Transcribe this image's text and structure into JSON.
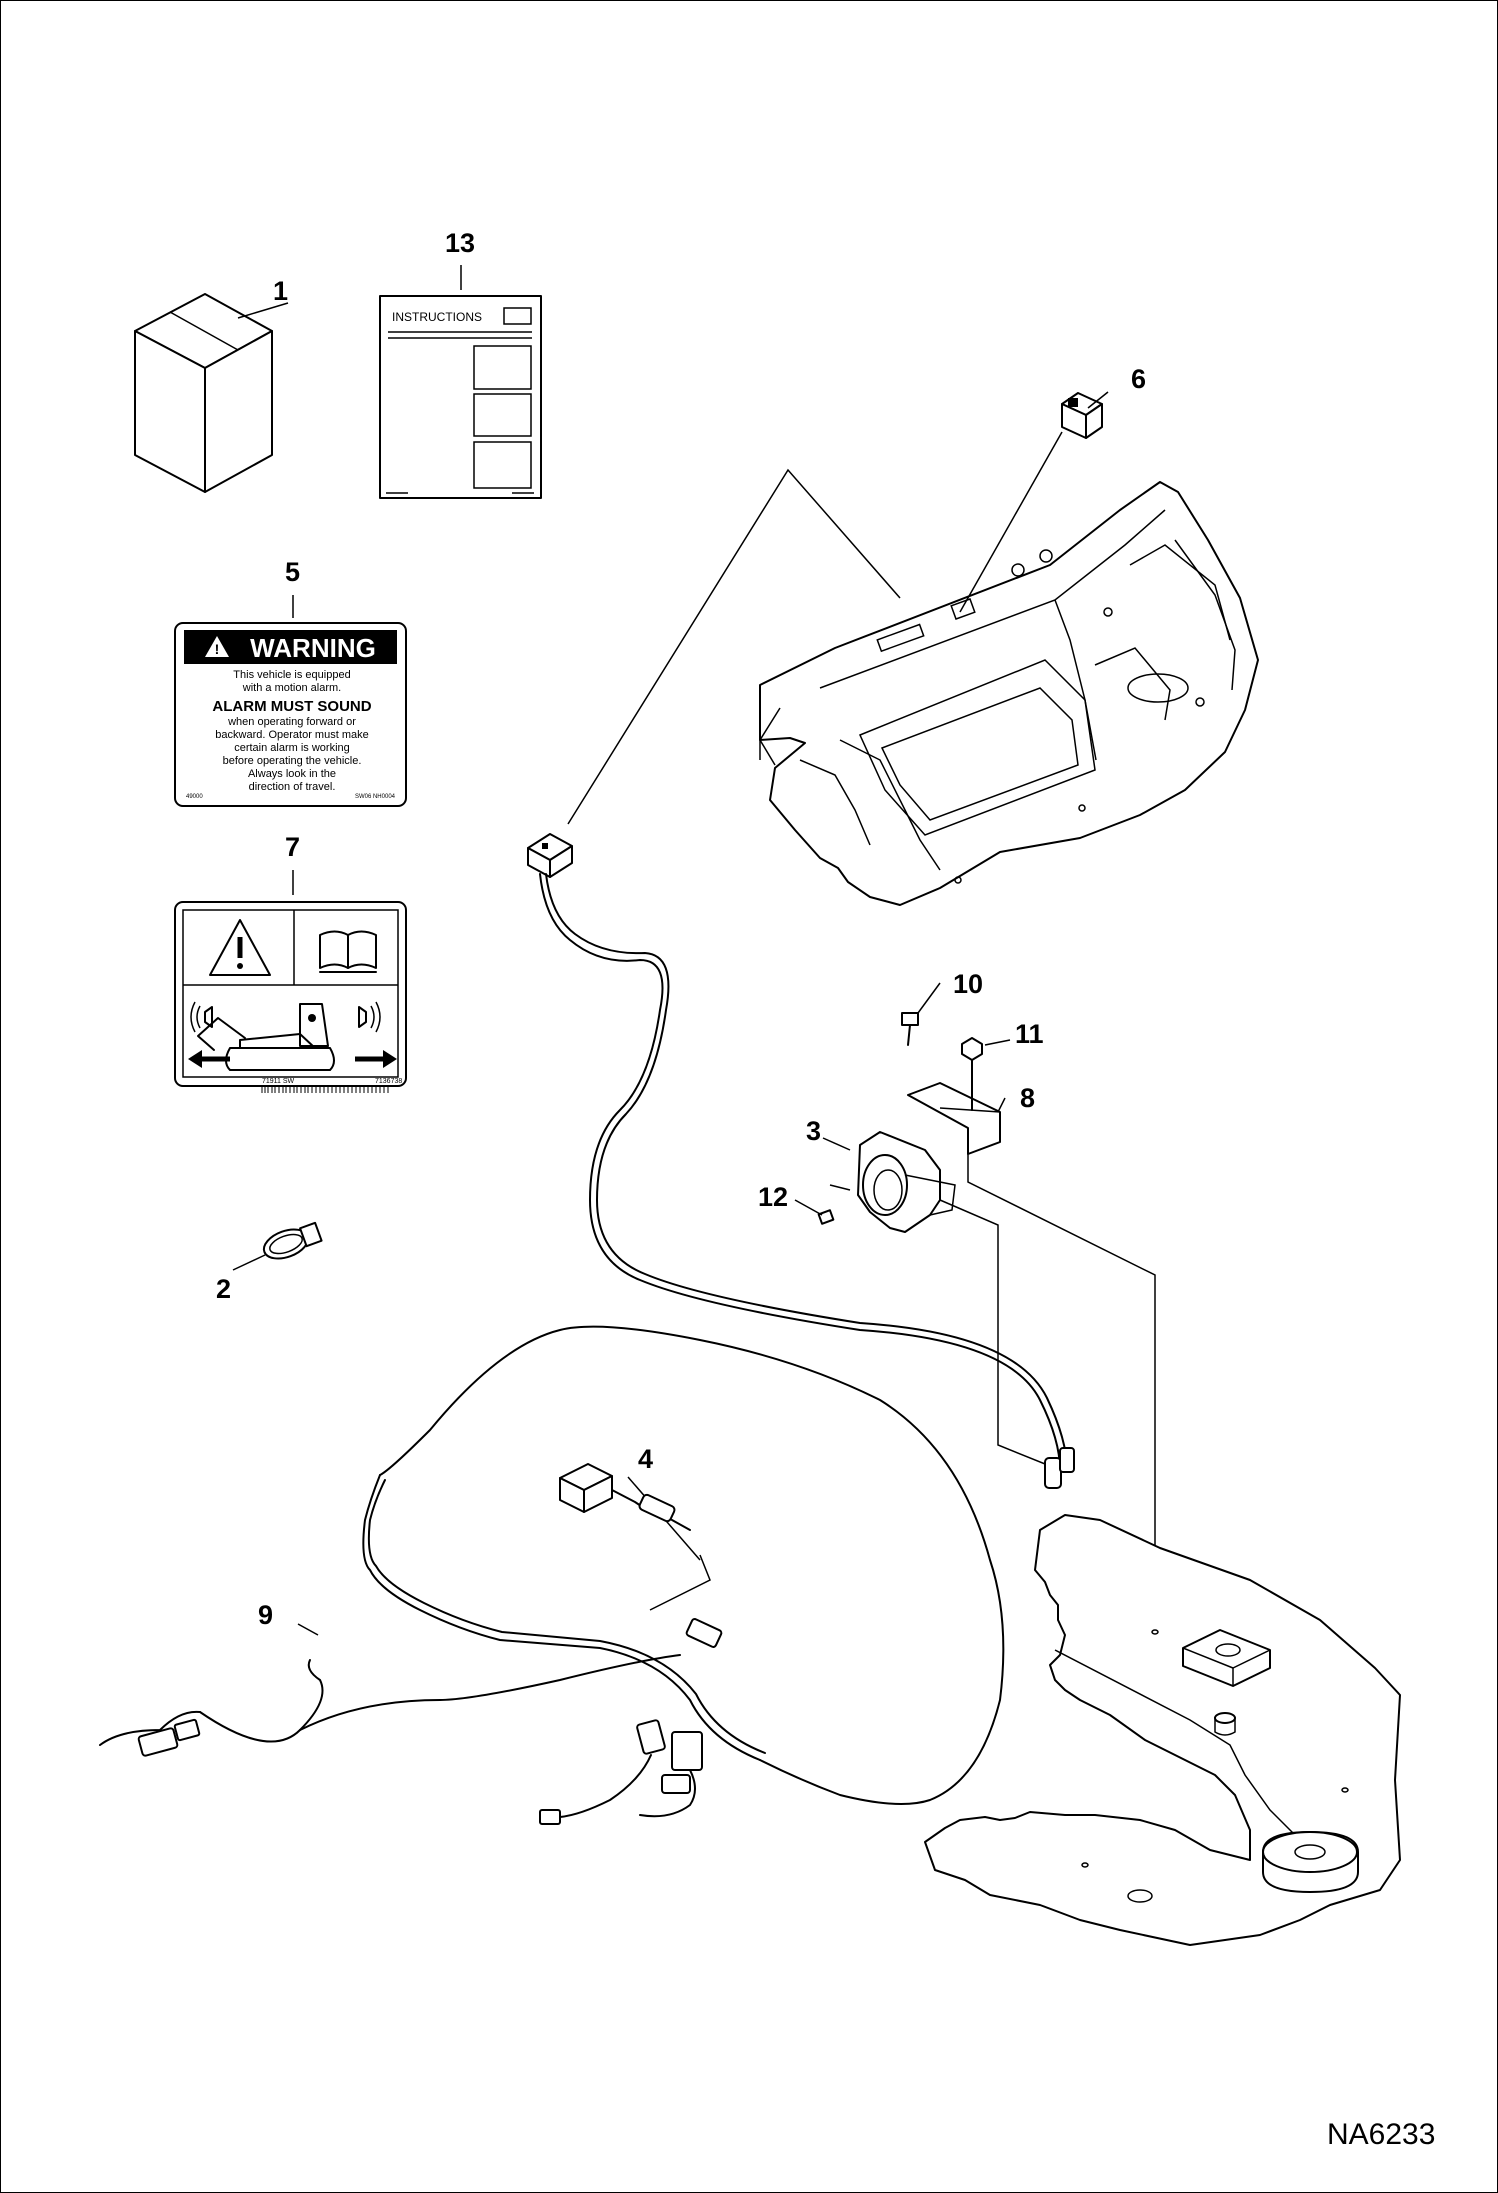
{
  "callouts": [
    {
      "id": "1",
      "label": "1"
    },
    {
      "id": "2",
      "label": "2"
    },
    {
      "id": "3",
      "label": "3"
    },
    {
      "id": "4",
      "label": "4"
    },
    {
      "id": "5",
      "label": "5"
    },
    {
      "id": "6",
      "label": "6"
    },
    {
      "id": "7",
      "label": "7"
    },
    {
      "id": "8",
      "label": "8"
    },
    {
      "id": "9",
      "label": "9"
    },
    {
      "id": "10",
      "label": "10"
    },
    {
      "id": "11",
      "label": "11"
    },
    {
      "id": "12",
      "label": "12"
    },
    {
      "id": "13",
      "label": "13"
    }
  ],
  "instructions_sheet": {
    "title": "INSTRUCTIONS"
  },
  "warning_decal": {
    "header": "WARNING",
    "line1": "This vehicle is equipped",
    "line2": "with a motion alarm.",
    "emphasis": "ALARM MUST SOUND",
    "line3": "when operating forward or",
    "line4": "backward.  Operator must make",
    "line5": "certain alarm is working",
    "line6": "before operating the vehicle.",
    "line7": "Always look in the",
    "line8": "direction of travel.",
    "code_left": "49000",
    "code_right": "SW06 NH0004"
  },
  "pictorial_decal": {
    "code_left": "71911 SW",
    "code_right": "7136738"
  },
  "drawing_code": "NA6233"
}
